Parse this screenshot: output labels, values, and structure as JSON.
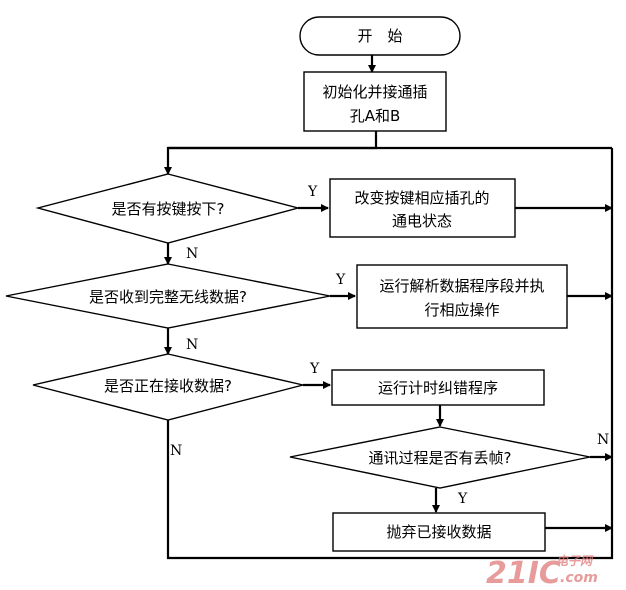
{
  "nodes": {
    "start": "开　始",
    "init_line1": "初始化并接通插",
    "init_line2": "孔A和B",
    "decision_key": "是否有按键按下?",
    "action_key_line1": "改变按键相应插孔的",
    "action_key_line2": "通电状态",
    "decision_wireless": "是否收到完整无线数据?",
    "action_parse_line1": "运行解析数据程序段并执",
    "action_parse_line2": "行相应操作",
    "decision_receiving": "是否正在接收数据?",
    "action_timer": "运行计时纠错程序",
    "decision_frame": "通讯过程是否有丢帧?",
    "action_discard": "抛弃已接收数据"
  },
  "labels": {
    "yes": "Y",
    "no": "N"
  },
  "watermark": {
    "brand": "21IC",
    "site_cn": "电子网",
    "domain": ".com",
    "color": "#e07a7a"
  }
}
